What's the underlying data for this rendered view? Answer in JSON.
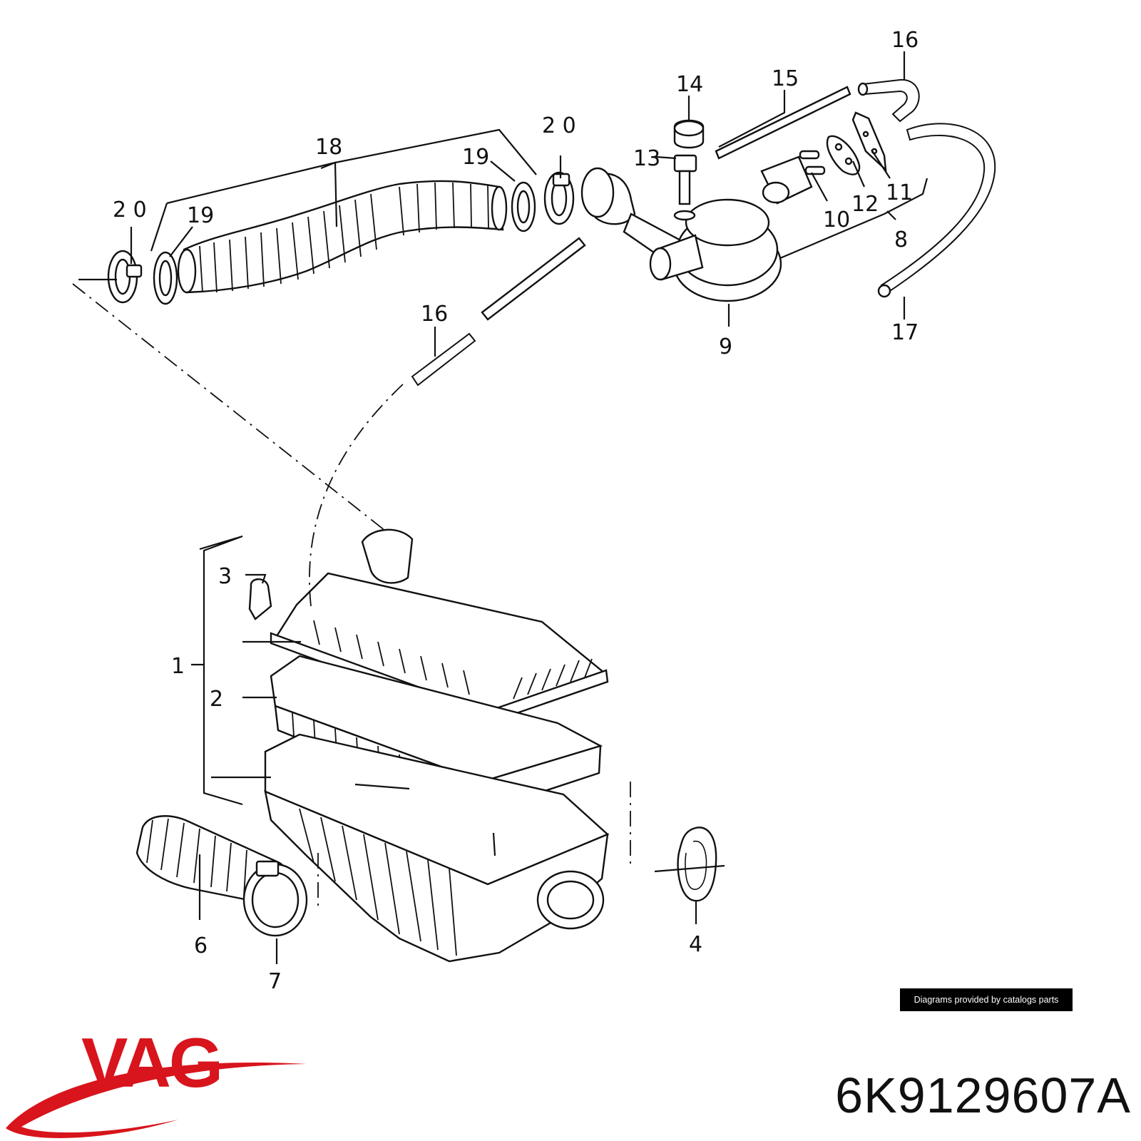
{
  "callouts": {
    "c1": "1",
    "c2": "2",
    "c3": "3",
    "c4": "4",
    "c6": "6",
    "c7": "7",
    "c8": "8",
    "c9": "9",
    "c10": "10",
    "c11": "11",
    "c12": "12",
    "c13": "13",
    "c14": "14",
    "c15": "15",
    "c16_top": "16",
    "c16_mid": "16",
    "c17": "17",
    "c18": "18",
    "c19_left": "19",
    "c19_right": "19",
    "c20_left": "2 0",
    "c20_right": "2 0"
  },
  "credit": "Diagrams provided by catalogs parts",
  "brand": {
    "name": "VAG",
    "color": "#d8141c"
  },
  "part_number": "6K9129607A"
}
